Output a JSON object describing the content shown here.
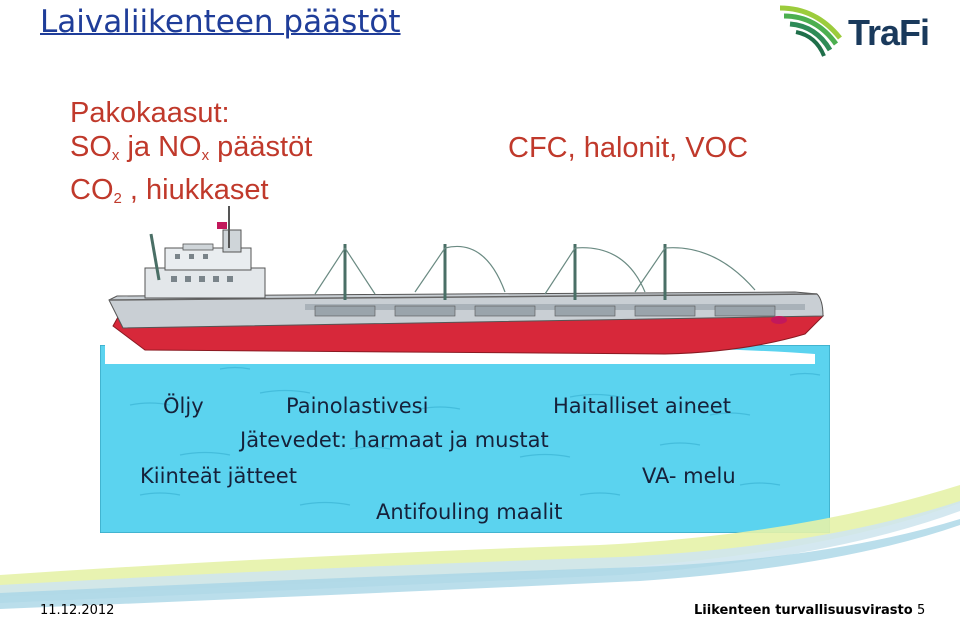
{
  "slide": {
    "title": "Laivaliikenteen päästöt",
    "logo_text": "TraFi"
  },
  "emissions_air": {
    "line1": "Pakokaasut:",
    "so": "SO",
    "so_sub": "x",
    "and_no": " ja NO",
    "no_sub": "x",
    "paastot": " päästöt",
    "co": "CO",
    "co_sub": "2",
    "particles": " , hiukkaset",
    "cfc": "CFC, halonit, VOC"
  },
  "emissions_sea": {
    "oil": "Öljy",
    "ballast": "Painolastivesi",
    "harmful": "Haitalliset aineet",
    "wastewater": "Jätevedet: harmaat ja mustat",
    "solid_waste": "Kiinteät jätteet",
    "noise": "VA- melu",
    "antifouling": "Antifouling maalit"
  },
  "footer": {
    "date": "11.12.2012",
    "organization": "Liikenteen turvallisuusvirasto",
    "page": "5"
  },
  "colors": {
    "title": "#1f3d99",
    "emission_text": "#c0392b",
    "sea": "#5bd3ef",
    "hull_red": "#d7283a",
    "logo_green": "#4caf50",
    "logo_navy": "#1a3a5c"
  }
}
